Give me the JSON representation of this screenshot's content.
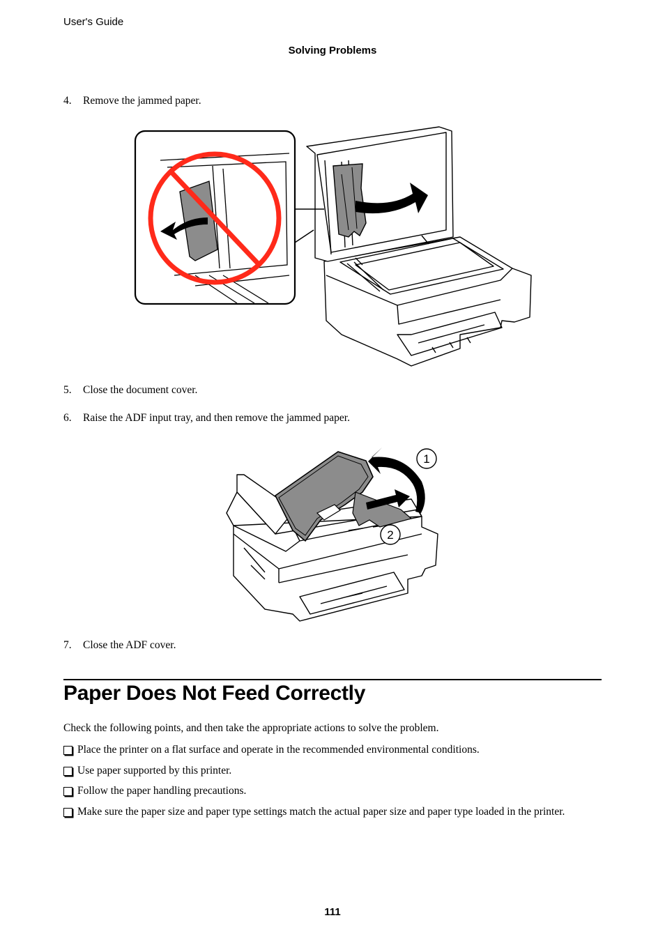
{
  "header": {
    "guide": "User's Guide",
    "section": "Solving Problems"
  },
  "steps": [
    {
      "num": "4.",
      "text": "Remove the jammed paper."
    },
    {
      "num": "5.",
      "text": "Close the document cover."
    },
    {
      "num": "6.",
      "text": "Raise the ADF input tray, and then remove the jammed paper."
    },
    {
      "num": "7.",
      "text": "Close the ADF cover."
    }
  ],
  "figure2": {
    "callout1": "1",
    "callout2": "2"
  },
  "section": {
    "title": "Paper Does Not Feed Correctly",
    "intro": "Check the following points, and then take the appropriate actions to solve the problem.",
    "bullets": [
      "Place the printer on a flat surface and operate in the recommended environmental conditions.",
      "Use paper supported by this printer.",
      "Follow the paper handling precautions.",
      "Make sure the paper size and paper type settings match the actual paper size and paper type loaded in the printer."
    ]
  },
  "page_number": "111",
  "colors": {
    "prohibit_red": "#ff2a1a",
    "paper_gray": "#8c8c8c"
  }
}
